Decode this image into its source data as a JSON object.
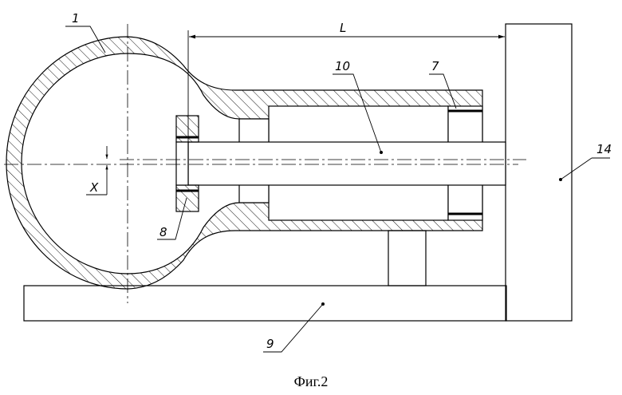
{
  "figure": {
    "caption": "Фиг.2",
    "dimension_label": "L",
    "offset_label": "X",
    "part_labels": {
      "p1": "1",
      "p7": "7",
      "p8": "8",
      "p9": "9",
      "p10": "10",
      "p14": "14"
    }
  }
}
